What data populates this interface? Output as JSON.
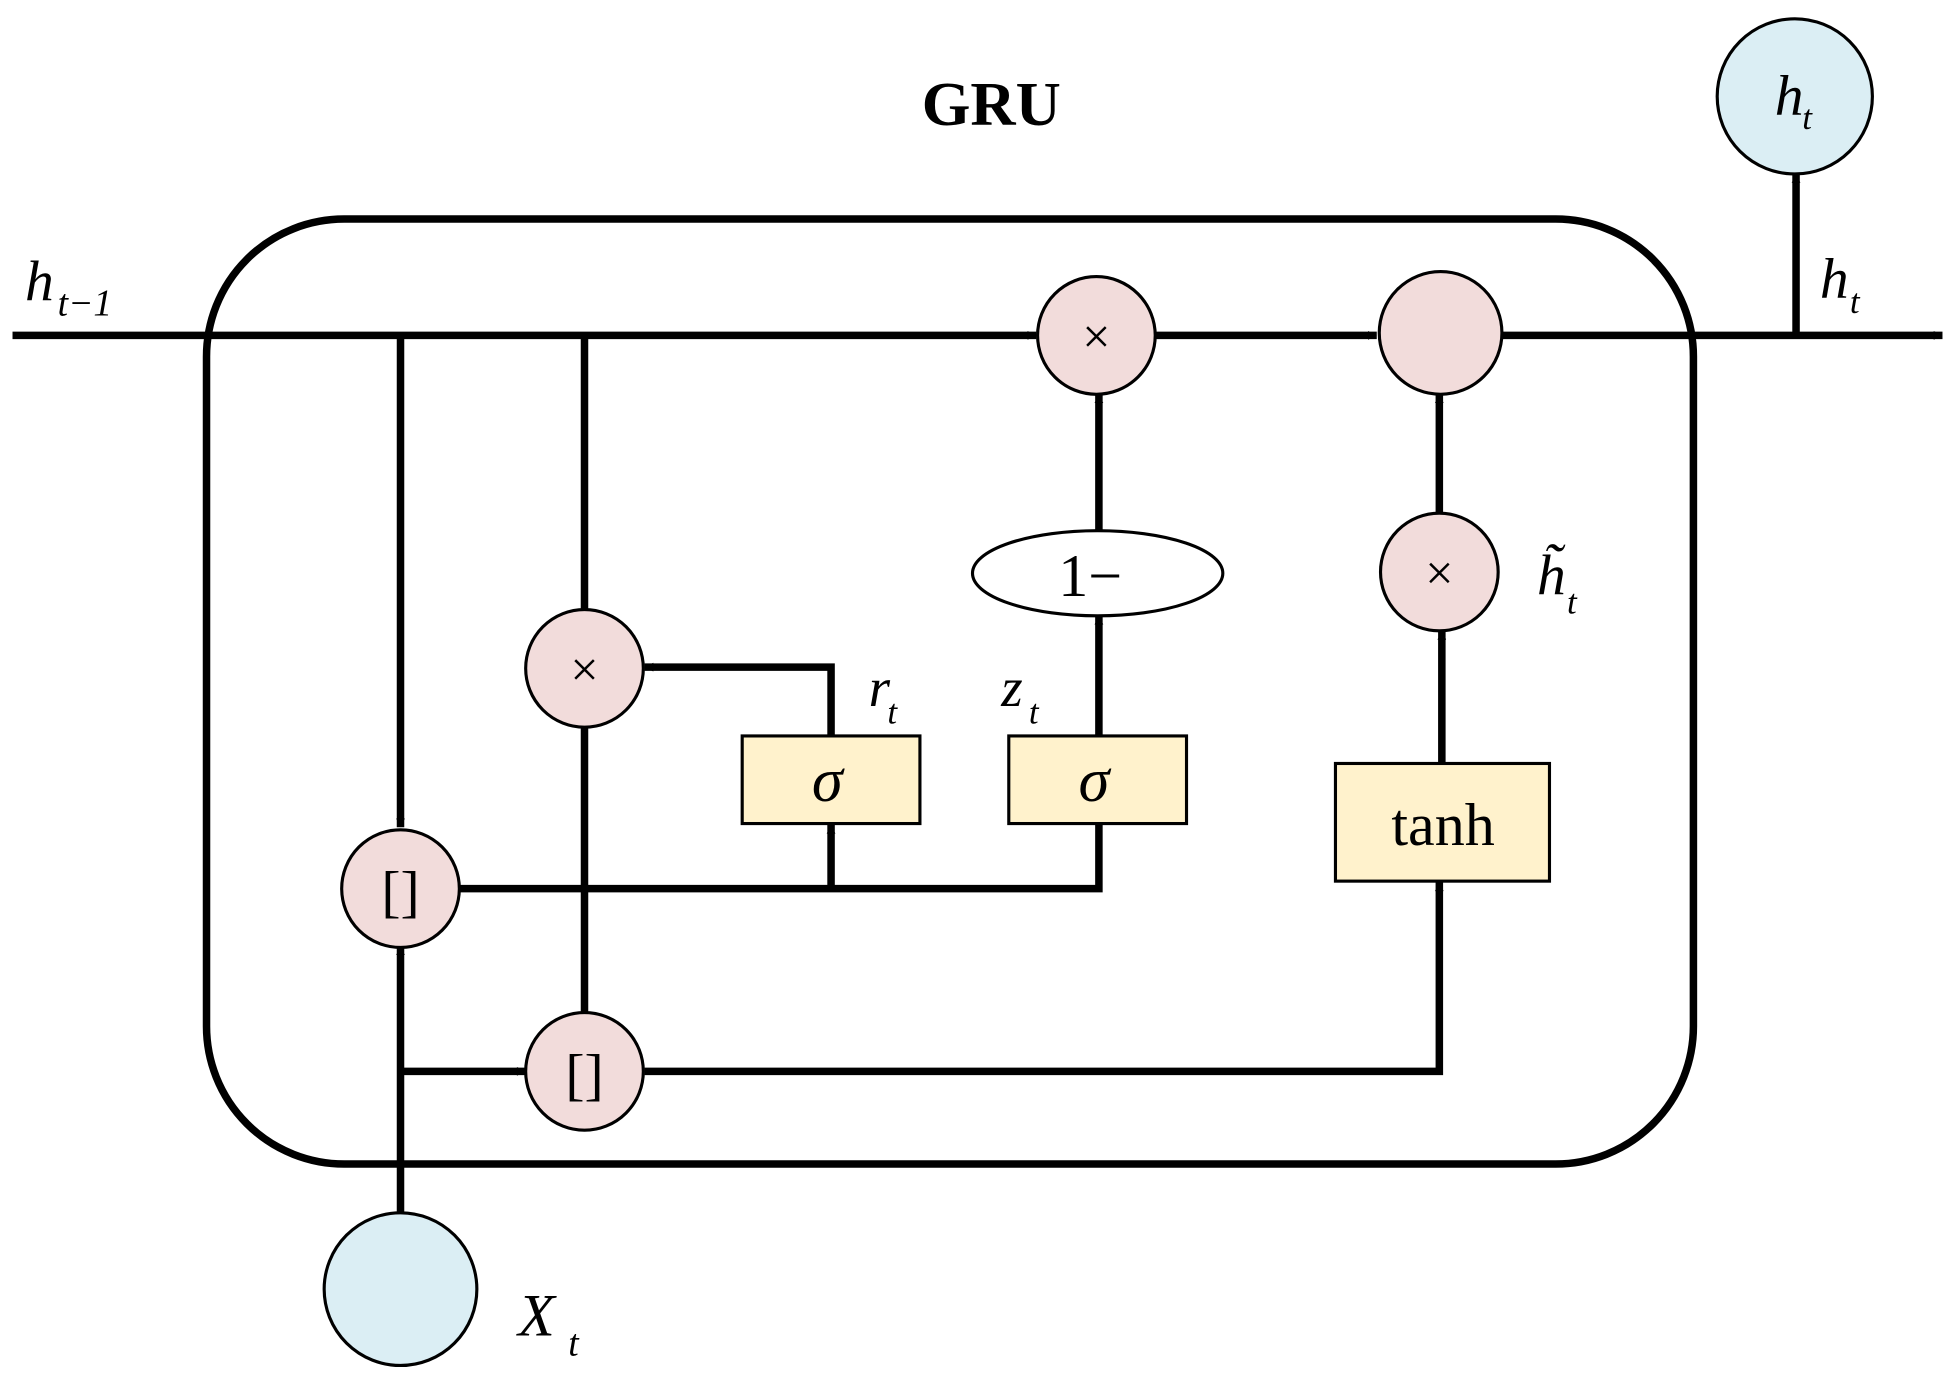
{
  "title": "GRU",
  "labels": {
    "h_prev": "h",
    "h_prev_sub": "t−1",
    "h_out": "h",
    "h_out_sub": "t",
    "h_top": "h",
    "h_top_sub": "t",
    "r": "r",
    "r_sub": "t",
    "z": "z",
    "z_sub": "t",
    "h_tilde": "h̃",
    "h_tilde_sub": "t",
    "x": "X",
    "x_sub": "t"
  },
  "ops": {
    "multiply": "×",
    "concat": "[]",
    "one_minus": "1−",
    "sigma": "σ",
    "tanh": "tanh"
  },
  "colors": {
    "op_fill": "#f2dcdb",
    "io_fill": "#dbeef4",
    "box_fill": "#fff2cc",
    "stroke": "#000000"
  }
}
